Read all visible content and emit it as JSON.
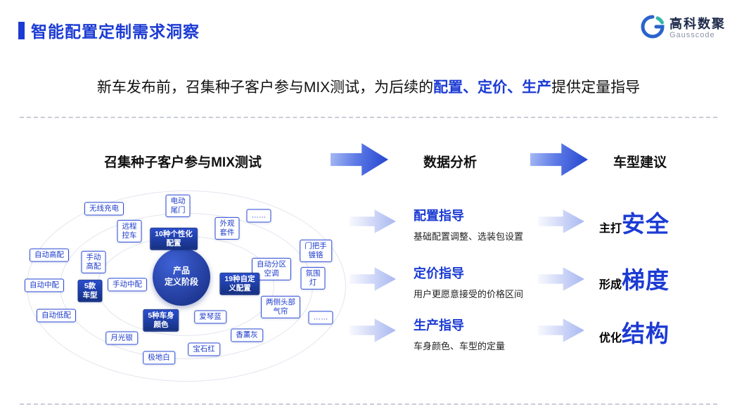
{
  "header": {
    "title": "智能配置定制需求洞察",
    "logo": {
      "name": "高科数聚",
      "sub": "Gausscode"
    }
  },
  "subtitle": {
    "pre": "新车发布前，召集种子客户参与MIX测试，为后续的",
    "highlight": "配置、定价、生产",
    "post": "提供定量指导"
  },
  "flow": {
    "left_title": "召集种子客户参与MIX测试",
    "mid_title": "数据分析",
    "right_title": "车型建议"
  },
  "diagram": {
    "center_label": "产品\n定义阶段",
    "nodes": [
      {
        "label": "无线充电"
      },
      {
        "label": "电动\n尾门"
      },
      {
        "label": "远程\n控车"
      },
      {
        "label": "10种个性化\n配置",
        "filled": true
      },
      {
        "label": "外观\n套件"
      },
      {
        "label": "……"
      },
      {
        "label": "自动高配"
      },
      {
        "label": "手动\n高配"
      },
      {
        "label": "自动中配"
      },
      {
        "label": "5款\n车型",
        "filled": true
      },
      {
        "label": "手动中配"
      },
      {
        "label": "自动低配"
      },
      {
        "label": "门把手\n镀铬"
      },
      {
        "label": "自动分区\n空调"
      },
      {
        "label": "氛围\n灯"
      },
      {
        "label": "19种自定\n义配置",
        "filled": true
      },
      {
        "label": "两侧头部\n气帘"
      },
      {
        "label": "……"
      },
      {
        "label": "爱琴蓝"
      },
      {
        "label": "香薰灰"
      },
      {
        "label": "5种车身\n颜色",
        "filled": true
      },
      {
        "label": "月光银"
      },
      {
        "label": "宝石红"
      },
      {
        "label": "极地白"
      }
    ]
  },
  "analysis": {
    "items": [
      {
        "title": "配置指导",
        "desc": "基础配置调整、选装包设置"
      },
      {
        "title": "定价指导",
        "desc": "用户更愿意接受的价格区间"
      },
      {
        "title": "生产指导",
        "desc": "车身颜色、车型的定量"
      }
    ]
  },
  "suggestions": {
    "items": [
      {
        "prefix": "主打",
        "word": "安全"
      },
      {
        "prefix": "形成",
        "word": "梯度"
      },
      {
        "prefix": "优化",
        "word": "结构"
      }
    ]
  },
  "colors": {
    "primary_blue": "#1c3bd4",
    "node_dark_blue": "#15307f",
    "logo_navy": "#1e2a4a",
    "logo_teal": "#35b6a8"
  }
}
